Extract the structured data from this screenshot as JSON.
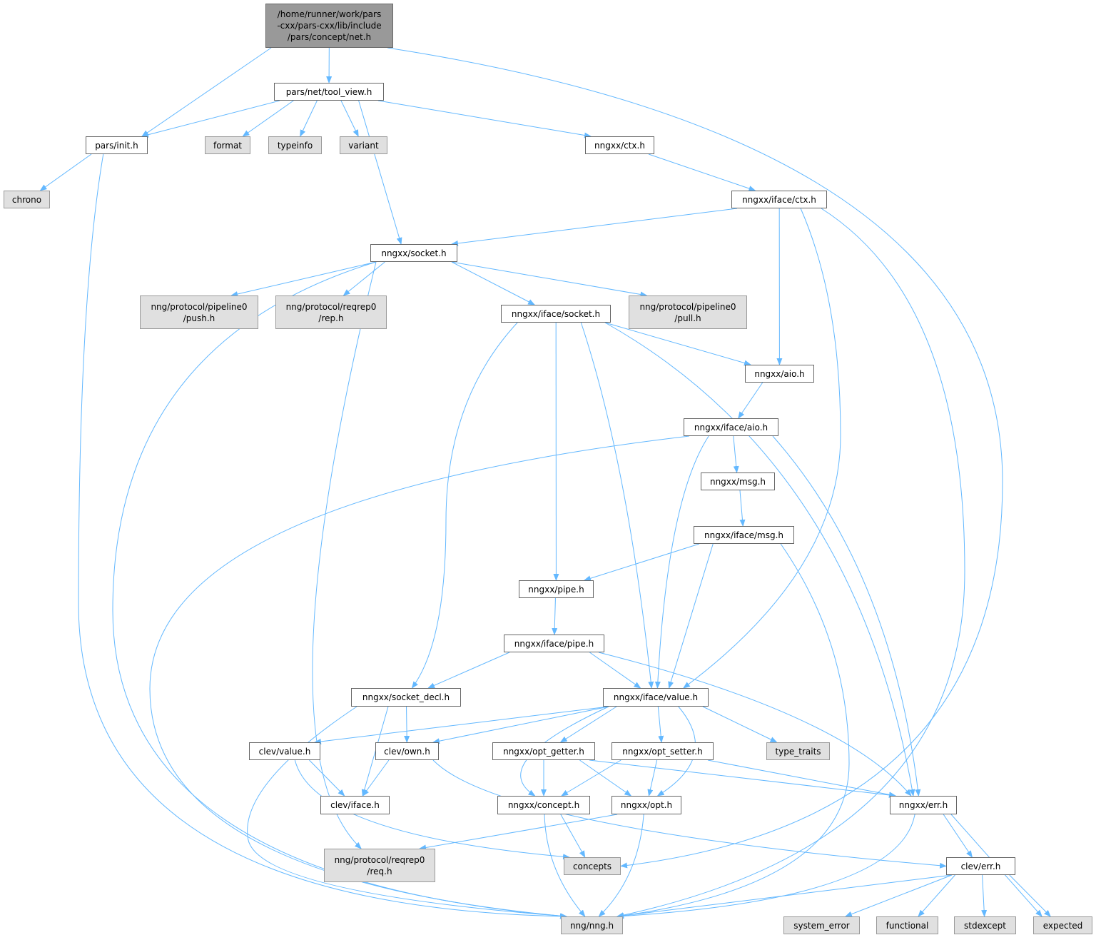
{
  "colors": {
    "edge": "#63b8ff",
    "root_fill": "#999999",
    "system_fill": "#e0e0e0",
    "node_border": "#666666"
  },
  "nodes": {
    "root": {
      "label": "/home/runner/work/pars\n-cxx/pars-cxx/lib/include\n/pars/concept/net.h",
      "kind": "root"
    },
    "tool_view": {
      "label": "pars/net/tool_view.h",
      "kind": "file"
    },
    "init": {
      "label": "pars/init.h",
      "kind": "file"
    },
    "format": {
      "label": "format",
      "kind": "system"
    },
    "typeinfo": {
      "label": "typeinfo",
      "kind": "system"
    },
    "variant": {
      "label": "variant",
      "kind": "system"
    },
    "ctx": {
      "label": "nngxx/ctx.h",
      "kind": "file"
    },
    "chrono": {
      "label": "chrono",
      "kind": "system"
    },
    "iface_ctx": {
      "label": "nngxx/iface/ctx.h",
      "kind": "file"
    },
    "socket": {
      "label": "nngxx/socket.h",
      "kind": "file"
    },
    "push": {
      "label": "nng/protocol/pipeline0\n/push.h",
      "kind": "system"
    },
    "rep": {
      "label": "nng/protocol/reqrep0\n/rep.h",
      "kind": "system"
    },
    "iface_socket": {
      "label": "nngxx/iface/socket.h",
      "kind": "file"
    },
    "pull": {
      "label": "nng/protocol/pipeline0\n/pull.h",
      "kind": "system"
    },
    "aio": {
      "label": "nngxx/aio.h",
      "kind": "file"
    },
    "iface_aio": {
      "label": "nngxx/iface/aio.h",
      "kind": "file"
    },
    "msg": {
      "label": "nngxx/msg.h",
      "kind": "file"
    },
    "iface_msg": {
      "label": "nngxx/iface/msg.h",
      "kind": "file"
    },
    "pipe": {
      "label": "nngxx/pipe.h",
      "kind": "file"
    },
    "iface_pipe": {
      "label": "nngxx/iface/pipe.h",
      "kind": "file"
    },
    "socket_decl": {
      "label": "nngxx/socket_decl.h",
      "kind": "file"
    },
    "value": {
      "label": "nngxx/iface/value.h",
      "kind": "file"
    },
    "clev_value": {
      "label": "clev/value.h",
      "kind": "file"
    },
    "clev_own": {
      "label": "clev/own.h",
      "kind": "file"
    },
    "opt_getter": {
      "label": "nngxx/opt_getter.h",
      "kind": "file"
    },
    "opt_setter": {
      "label": "nngxx/opt_setter.h",
      "kind": "file"
    },
    "type_traits": {
      "label": "type_traits",
      "kind": "system"
    },
    "clev_iface": {
      "label": "clev/iface.h",
      "kind": "file"
    },
    "concept": {
      "label": "nngxx/concept.h",
      "kind": "file"
    },
    "opt": {
      "label": "nngxx/opt.h",
      "kind": "file"
    },
    "err": {
      "label": "nngxx/err.h",
      "kind": "file"
    },
    "req": {
      "label": "nng/protocol/reqrep0\n/req.h",
      "kind": "system"
    },
    "concepts": {
      "label": "concepts",
      "kind": "system"
    },
    "clev_err": {
      "label": "clev/err.h",
      "kind": "file"
    },
    "nng": {
      "label": "nng/nng.h",
      "kind": "system"
    },
    "system_error": {
      "label": "system_error",
      "kind": "system"
    },
    "functional": {
      "label": "functional",
      "kind": "system"
    },
    "stdexcept": {
      "label": "stdexcept",
      "kind": "system"
    },
    "expected": {
      "label": "expected",
      "kind": "system"
    }
  },
  "edges": [
    [
      "root",
      "tool_view"
    ],
    [
      "root",
      "init"
    ],
    [
      "root",
      "concepts"
    ],
    [
      "tool_view",
      "init"
    ],
    [
      "tool_view",
      "format"
    ],
    [
      "tool_view",
      "typeinfo"
    ],
    [
      "tool_view",
      "variant"
    ],
    [
      "tool_view",
      "socket"
    ],
    [
      "tool_view",
      "ctx"
    ],
    [
      "init",
      "chrono"
    ],
    [
      "init",
      "nng"
    ],
    [
      "ctx",
      "iface_ctx"
    ],
    [
      "iface_ctx",
      "socket"
    ],
    [
      "iface_ctx",
      "aio"
    ],
    [
      "iface_ctx",
      "value"
    ],
    [
      "iface_ctx",
      "nng"
    ],
    [
      "socket",
      "push"
    ],
    [
      "socket",
      "rep"
    ],
    [
      "socket",
      "iface_socket"
    ],
    [
      "socket",
      "pull"
    ],
    [
      "socket",
      "nng"
    ],
    [
      "socket",
      "req"
    ],
    [
      "iface_socket",
      "aio"
    ],
    [
      "iface_socket",
      "socket_decl"
    ],
    [
      "iface_socket",
      "pipe"
    ],
    [
      "iface_socket",
      "value"
    ],
    [
      "iface_socket",
      "err"
    ],
    [
      "aio",
      "iface_aio"
    ],
    [
      "iface_aio",
      "nng"
    ],
    [
      "iface_aio",
      "msg"
    ],
    [
      "iface_aio",
      "value"
    ],
    [
      "iface_aio",
      "err"
    ],
    [
      "msg",
      "iface_msg"
    ],
    [
      "iface_msg",
      "pipe"
    ],
    [
      "iface_msg",
      "value"
    ],
    [
      "iface_msg",
      "nng"
    ],
    [
      "pipe",
      "iface_pipe"
    ],
    [
      "iface_pipe",
      "socket_decl"
    ],
    [
      "iface_pipe",
      "value"
    ],
    [
      "iface_pipe",
      "err"
    ],
    [
      "socket_decl",
      "clev_own"
    ],
    [
      "socket_decl",
      "clev_iface"
    ],
    [
      "socket_decl",
      "nng"
    ],
    [
      "value",
      "clev_value"
    ],
    [
      "value",
      "clev_own"
    ],
    [
      "value",
      "opt_getter"
    ],
    [
      "value",
      "opt_setter"
    ],
    [
      "value",
      "type_traits"
    ],
    [
      "value",
      "concept"
    ],
    [
      "value",
      "opt"
    ],
    [
      "clev_value",
      "clev_iface"
    ],
    [
      "clev_value",
      "concepts"
    ],
    [
      "clev_own",
      "clev_iface"
    ],
    [
      "clev_own",
      "clev_err"
    ],
    [
      "opt_getter",
      "concept"
    ],
    [
      "opt_getter",
      "opt"
    ],
    [
      "opt_getter",
      "err"
    ],
    [
      "opt_setter",
      "concept"
    ],
    [
      "opt_setter",
      "opt"
    ],
    [
      "opt_setter",
      "err"
    ],
    [
      "concept",
      "concepts"
    ],
    [
      "concept",
      "nng"
    ],
    [
      "opt",
      "req"
    ],
    [
      "opt",
      "nng"
    ],
    [
      "err",
      "clev_err"
    ],
    [
      "err",
      "nng"
    ],
    [
      "err",
      "expected"
    ],
    [
      "clev_err",
      "nng"
    ],
    [
      "clev_err",
      "system_error"
    ],
    [
      "clev_err",
      "functional"
    ],
    [
      "clev_err",
      "stdexcept"
    ],
    [
      "clev_err",
      "expected"
    ]
  ]
}
